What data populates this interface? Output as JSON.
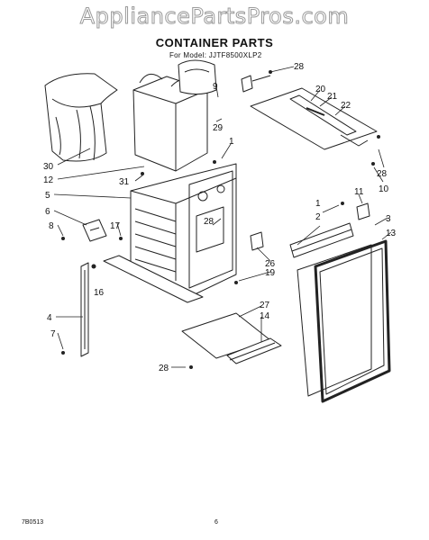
{
  "watermark": "AppliancePartsPros.com",
  "title": "CONTAINER PARTS",
  "model_line": "For Model: JJTF8500XLP2",
  "footer_left": "7B0513",
  "footer_page": "6",
  "callouts": [
    "1",
    "2",
    "3",
    "4",
    "5",
    "6",
    "7",
    "8",
    "9",
    "10",
    "11",
    "12",
    "13",
    "14",
    "16",
    "17",
    "19",
    "20",
    "21",
    "22",
    "26",
    "27",
    "28",
    "29",
    "30",
    "31"
  ]
}
